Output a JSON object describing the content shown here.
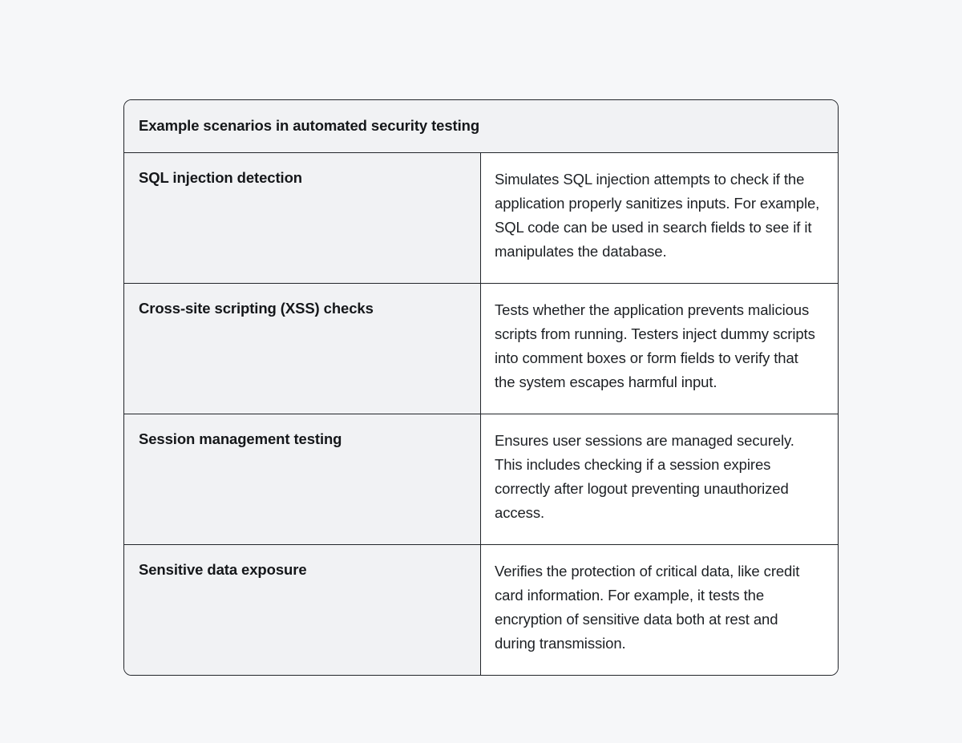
{
  "table": {
    "header": "Example scenarios in automated security testing",
    "rows": [
      {
        "term": "SQL injection detection",
        "description": "Simulates SQL injection attempts to check if the application properly sanitizes inputs. For example, SQL code can be used in search fields to see if it manipulates the database."
      },
      {
        "term": "Cross-site scripting (XSS) checks",
        "description": "Tests whether the application prevents malicious scripts from running. Testers inject dummy scripts into comment boxes or form fields to verify that the system escapes harmful input."
      },
      {
        "term": "Session management testing",
        "description": "Ensures user sessions are managed securely. This includes checking if a session expires correctly after logout preventing unauthorized access."
      },
      {
        "term": "Sensitive data exposure",
        "description": "Verifies the protection of critical data, like credit card information. For example, it tests the encryption of sensitive data both at rest and during transmission."
      }
    ]
  },
  "colors": {
    "page_background": "#f6f7f9",
    "header_background": "#f1f2f4",
    "term_background": "#f1f2f4",
    "description_background": "#ffffff",
    "border": "#22252a",
    "text": "#15171a"
  }
}
